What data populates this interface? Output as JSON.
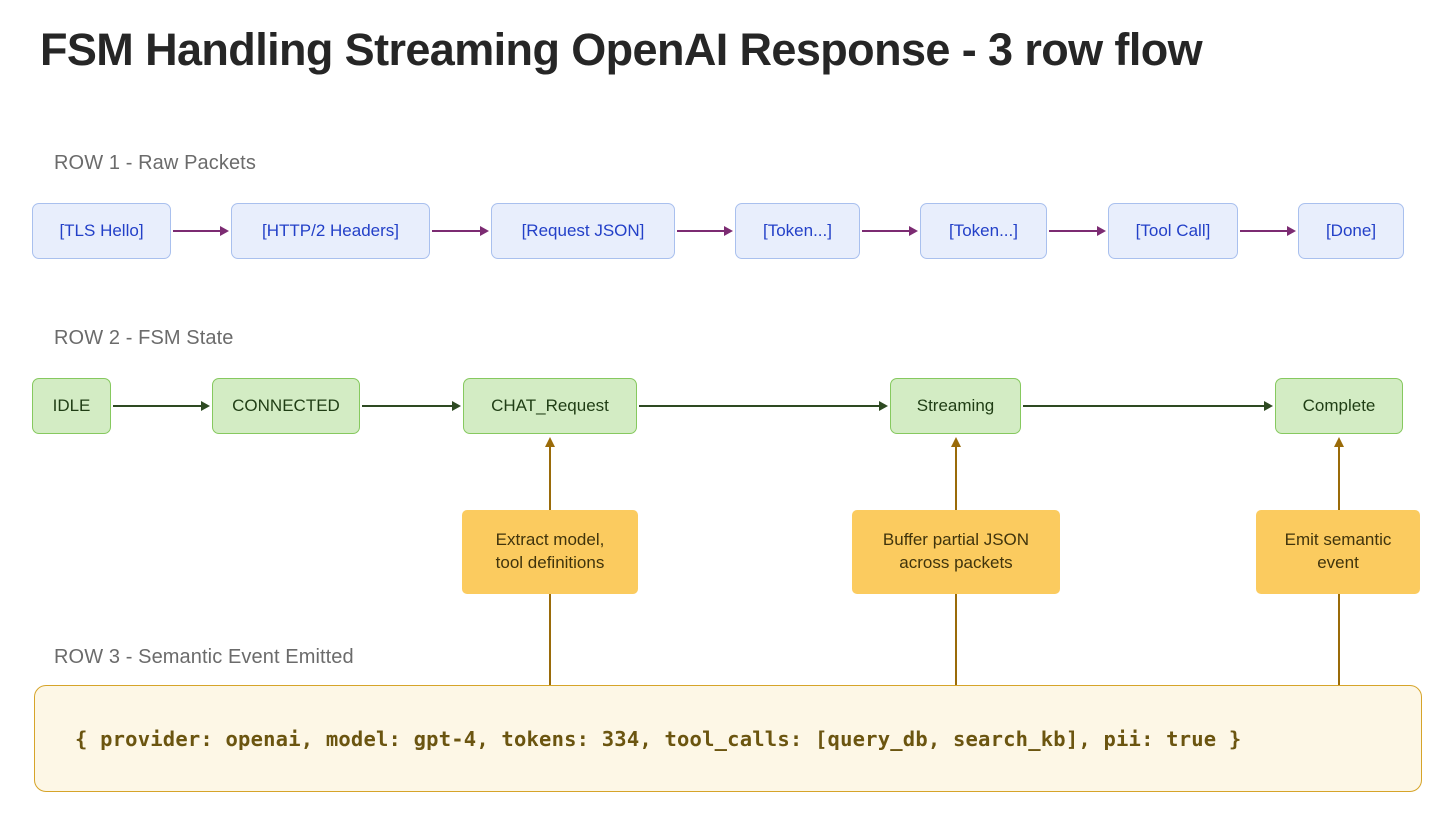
{
  "title": "FSM Handling Streaming OpenAI Response - 3 row flow",
  "colors": {
    "background": "#ffffff",
    "title_text": "#262626",
    "row_label_text": "#6b6b6b",
    "packet_fill": "#e8eefc",
    "packet_border": "#a9c0ee",
    "packet_text": "#2340c8",
    "packet_arrow": "#7c2b72",
    "state_fill": "#d3ecc4",
    "state_border": "#86c95f",
    "state_text": "#1f3d14",
    "state_arrow": "#2e4a22",
    "note_fill": "#fbcb5f",
    "note_text": "#40340c",
    "note_connector": "#9a6b09",
    "event_block_fill": "#fdf7e6",
    "event_block_border": "#d6a429",
    "event_block_text": "#6b5510"
  },
  "row1": {
    "label": "ROW 1 - Raw Packets",
    "nodes": [
      {
        "label": "[TLS Hello]"
      },
      {
        "label": "[HTTP/2 Headers]"
      },
      {
        "label": "[Request JSON]"
      },
      {
        "label": "[Token...]"
      },
      {
        "label": "[Token...]"
      },
      {
        "label": "[Tool Call]"
      },
      {
        "label": "[Done]"
      }
    ]
  },
  "row2": {
    "label": "ROW 2 - FSM State",
    "nodes": [
      {
        "label": "IDLE"
      },
      {
        "label": "CONNECTED"
      },
      {
        "label": "CHAT_Request"
      },
      {
        "label": "Streaming"
      },
      {
        "label": "Complete"
      }
    ]
  },
  "notes": [
    {
      "line1": "Extract model,",
      "line2": "tool definitions",
      "attaches_to": "CHAT_Request"
    },
    {
      "line1": "Buffer partial JSON",
      "line2": "across packets",
      "attaches_to": "Streaming"
    },
    {
      "line1": "Emit semantic",
      "line2": "event",
      "attaches_to": "Complete"
    }
  ],
  "row3": {
    "label": "ROW 3 - Semantic Event Emitted",
    "event": "{ provider: openai, model: gpt-4, tokens: 334, tool_calls: [query_db, search_kb], pii: true }"
  }
}
